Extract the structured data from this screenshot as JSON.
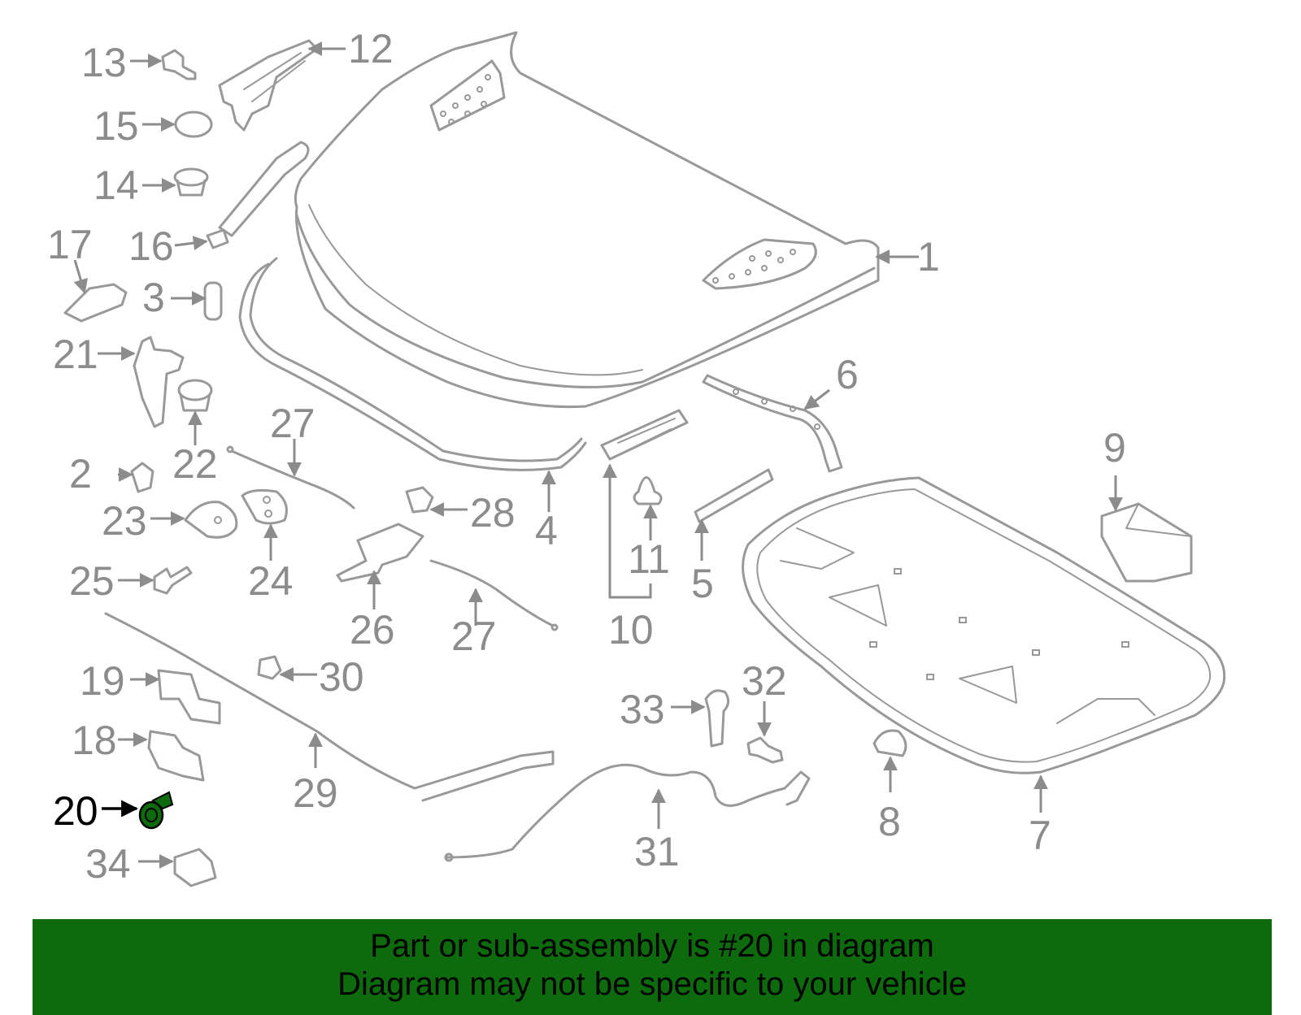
{
  "diagram": {
    "highlight_color": "#0d6b0d",
    "part_color": "#999999",
    "callouts": {
      "c1": "1",
      "c2": "2",
      "c3": "3",
      "c4": "4",
      "c5": "5",
      "c6": "6",
      "c7": "7",
      "c8": "8",
      "c9": "9",
      "c10": "10",
      "c11": "11",
      "c12": "12",
      "c13": "13",
      "c14": "14",
      "c15": "15",
      "c16": "16",
      "c17": "17",
      "c18": "18",
      "c19": "19",
      "c20": "20",
      "c21": "21",
      "c22": "22",
      "c23": "23",
      "c24": "24",
      "c25": "25",
      "c26": "26",
      "c27a": "27",
      "c27b": "27",
      "c28": "28",
      "c29": "29",
      "c30": "30",
      "c31": "31",
      "c32": "32",
      "c33": "33",
      "c34": "34"
    }
  },
  "banner": {
    "color": "#0d6b0d",
    "line1": "Part or sub-assembly is #20 in diagram",
    "line2": "Diagram may not be specific to your vehicle"
  }
}
